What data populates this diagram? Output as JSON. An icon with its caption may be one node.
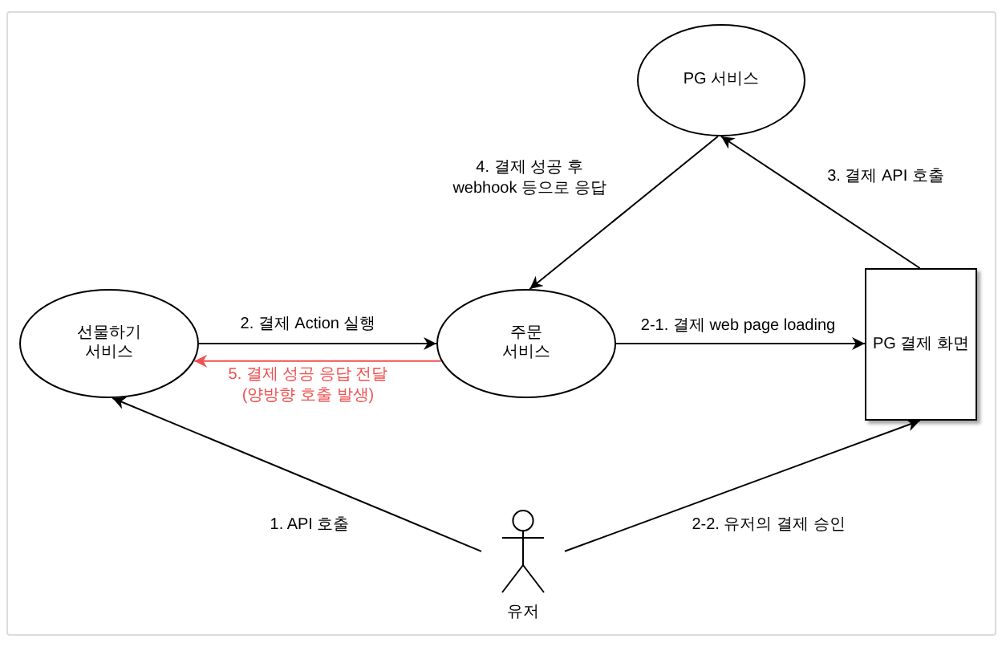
{
  "diagram": {
    "nodes": [
      {
        "text": [
          "PG 서비스"
        ]
      },
      {
        "text": [
          "선물하기 서비스"
        ]
      },
      {
        "text": [
          "주문 서비스"
        ]
      },
      {
        "text": [
          "PG 결제 화면"
        ]
      },
      {
        "text": [
          "유저"
        ]
      }
    ],
    "edges": [
      {
        "from": 4,
        "to": 1,
        "arrow": "to",
        "label": "1. API 호출"
      },
      {
        "from": 1,
        "to": 2,
        "arrow": "to",
        "label": "2. 결제 Action 실행"
      },
      {
        "from": 2,
        "to": 3,
        "arrow": "to",
        "label": "2-1. 결제 web page loading"
      },
      {
        "from": 4,
        "to": 3,
        "arrow": "to",
        "label": "2-2. 유저의 결제 승인"
      },
      {
        "from": 3,
        "to": 0,
        "arrow": "to",
        "label": "3. 결제 API 호출"
      },
      {
        "from": 0,
        "to": 2,
        "arrow": "to",
        "label": "4. 결제 성공 후 webhook 등으로 응답"
      },
      {
        "from": 2,
        "to": 1,
        "arrow": "to",
        "label": "5. 결제 성공 응답 전달 (양방향 호출 발생)",
        "color": "#f05050"
      }
    ]
  }
}
